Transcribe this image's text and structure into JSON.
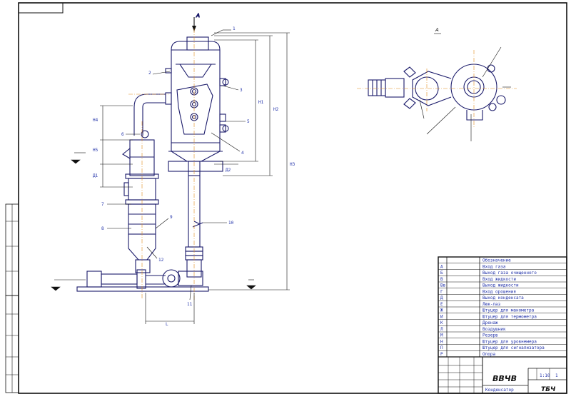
{
  "drawing": {
    "view_label_top": "A",
    "view_label_section": "A",
    "title_block": {
      "designation": "ВВЧВ",
      "sheet_code": "ТБЧ",
      "sheet_no": "1",
      "bottom_note": "Конденсатор",
      "scale": "1:10"
    },
    "spec_rows": [
      {
        "pos": "",
        "name": "Обозначение"
      },
      {
        "pos": "А",
        "name": "Вход газа"
      },
      {
        "pos": "Б",
        "name": "Выход газа очищенного"
      },
      {
        "pos": "В",
        "name": "Вход жидкости"
      },
      {
        "pos": "Вв",
        "name": "Выход жидкости"
      },
      {
        "pos": "Г",
        "name": "Вход орошения"
      },
      {
        "pos": "Д",
        "name": "Выход конденсата"
      },
      {
        "pos": "Е",
        "name": "Люк-лаз"
      },
      {
        "pos": "Ж",
        "name": "Штуцер для манометра"
      },
      {
        "pos": "И",
        "name": "Штуцер для термометра"
      },
      {
        "pos": "К",
        "name": "Дренаж"
      },
      {
        "pos": "Л",
        "name": "Воздушник"
      },
      {
        "pos": "М",
        "name": "Резерв"
      },
      {
        "pos": "Н",
        "name": "Штуцер для уровнемера"
      },
      {
        "pos": "П",
        "name": "Штуцер для сигнализатора"
      },
      {
        "pos": "Р",
        "name": "Опора"
      }
    ],
    "callouts": [
      "1",
      "2",
      "3",
      "4",
      "5",
      "6",
      "7",
      "8",
      "9",
      "10",
      "11",
      "12"
    ],
    "dimensions": [
      "Н1",
      "Н2",
      "Н3",
      "Н4",
      "Н5",
      "Д1",
      "Д2",
      "L"
    ]
  }
}
